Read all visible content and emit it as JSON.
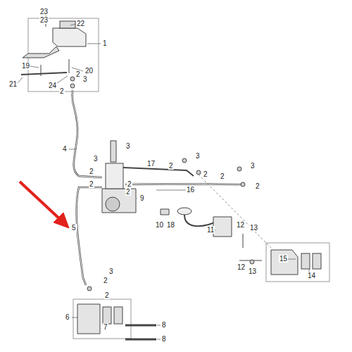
{
  "diagram": {
    "labels": [
      "23",
      "23",
      "22",
      "1",
      "19",
      "20",
      "21",
      "24",
      "2",
      "3",
      "2",
      "4",
      "3",
      "17",
      "3",
      "2",
      "3",
      "2",
      "3",
      "2",
      "2",
      "2",
      "2",
      "2",
      "2",
      "16",
      "9",
      "10",
      "18",
      "11",
      "12",
      "13",
      "15",
      "14",
      "12",
      "13",
      "5",
      "3",
      "2",
      "2",
      "6",
      "7",
      "8",
      "8"
    ]
  }
}
